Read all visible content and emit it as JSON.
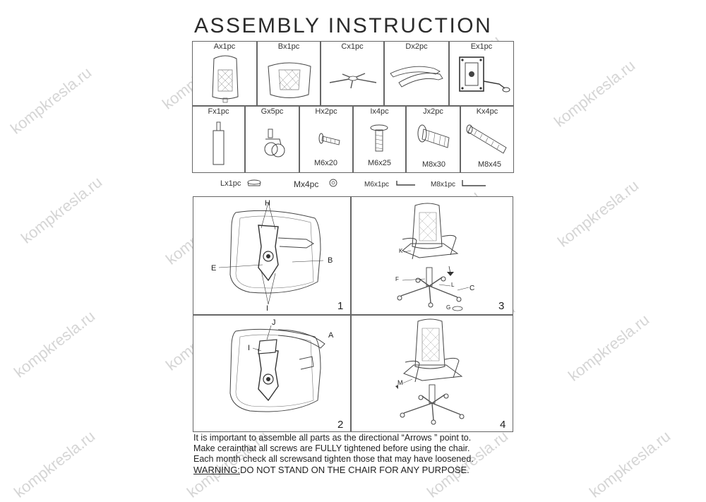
{
  "title": "ASSEMBLY INSTRUCTION",
  "parts_row1": [
    {
      "label": "Ax1pc"
    },
    {
      "label": "Bx1pc"
    },
    {
      "label": "Cx1pc"
    },
    {
      "label": "Dx2pc"
    },
    {
      "label": "Ex1pc"
    }
  ],
  "parts_row2": [
    {
      "label": "Fx1pc"
    },
    {
      "label": "Gx5pc"
    },
    {
      "label": "Hx2pc",
      "size": "M6x20"
    },
    {
      "label": "Ix4pc",
      "size": "M6x25"
    },
    {
      "label": "Jx2pc",
      "size": "M8x30"
    },
    {
      "label": "Kx4pc",
      "size": "M8x45"
    }
  ],
  "misc_parts": {
    "l": "Lx1pc",
    "m": "Mx4pc",
    "n": "M6x1pc",
    "o": "M8x1pc"
  },
  "steps": {
    "s1": {
      "num": "1",
      "letters": [
        "H",
        "E",
        "B",
        "I"
      ]
    },
    "s2": {
      "num": "2",
      "letters": [
        "J",
        "A",
        "I"
      ]
    },
    "s3": {
      "num": "3",
      "letters": [
        "K",
        "F",
        "L",
        "C",
        "G"
      ]
    },
    "s4": {
      "num": "4",
      "letters": [
        "M"
      ]
    }
  },
  "notes": {
    "line1": "It is important to assemble all parts as the directional “Arrows ” point to.",
    "line2": "Make cerainthat all screws are FULLY tightened before using the chair.",
    "line3": "Each month check all screwsand tighten those that may have loosened.",
    "warning_label": "WARNING:",
    "warning_text": "DO NOT STAND ON THE CHAIR FOR ANY PURPOSE."
  },
  "watermark": "kompkresla.ru"
}
